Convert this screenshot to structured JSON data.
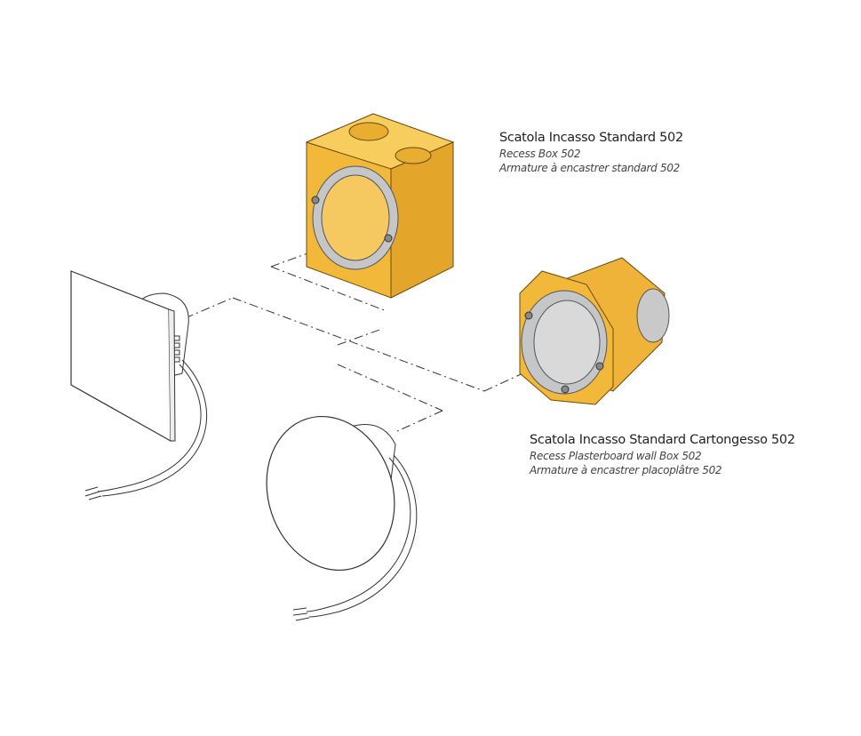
{
  "colors": {
    "box_yellow": "#f2b83a",
    "box_shade": "#d99a1f",
    "ring_gray": "#b9bcbf",
    "line": "#333333"
  },
  "labels": [
    {
      "title": "Scatola Incasso Standard 502",
      "en": "Recess Box 502",
      "fr": "Armature à encastrer standard 502"
    },
    {
      "title": "Scatola Incasso Standard Cartongesso 502",
      "en": "Recess Plasterboard wall Box 502",
      "fr": "Armature à encastrer placoplâtre 502"
    }
  ]
}
